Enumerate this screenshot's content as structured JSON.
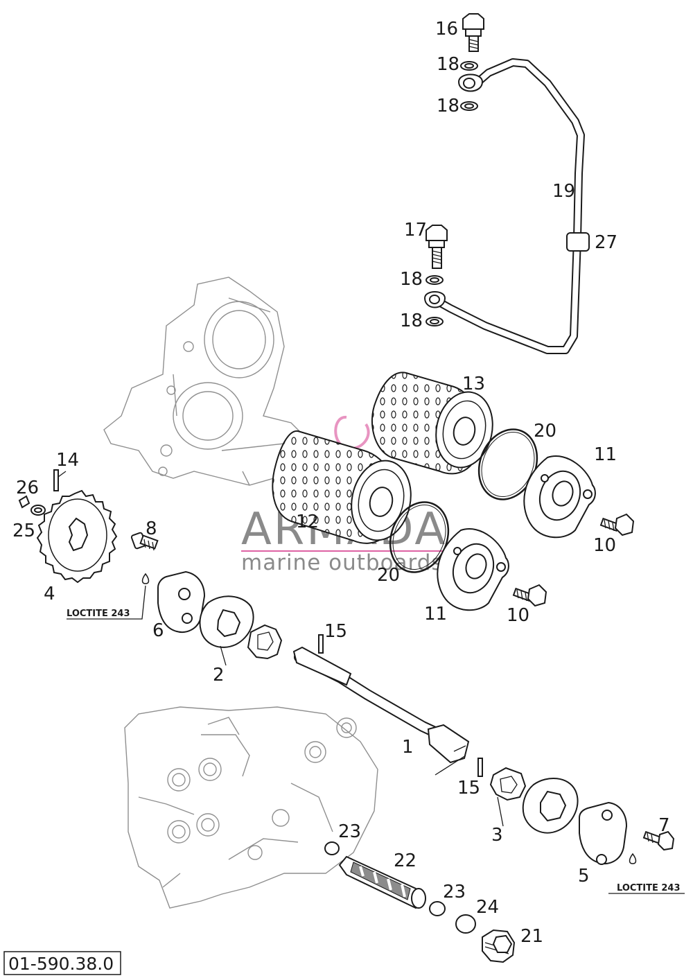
{
  "document_number": "01-590.38.0",
  "callouts": {
    "p1": "1",
    "p2": "2",
    "p3": "3",
    "p4": "4",
    "p5": "5",
    "p6": "6",
    "p7": "7",
    "p8": "8",
    "p10a": "10",
    "p10b": "10",
    "p11a": "11",
    "p11b": "11",
    "p12": "12",
    "p13": "13",
    "p14": "14",
    "p15a": "15",
    "p15b": "15",
    "p16": "16",
    "p17": "17",
    "p18a": "18",
    "p18b": "18",
    "p18c": "18",
    "p18d": "18",
    "p19": "19",
    "p20a": "20",
    "p20b": "20",
    "p21": "21",
    "p22": "22",
    "p23a": "23",
    "p23b": "23",
    "p24": "24",
    "p25": "25",
    "p26": "26",
    "p27": "27"
  },
  "notes": {
    "loctite_left": "LOCTITE 243",
    "loctite_right": "LOCTITE 243"
  },
  "watermark": {
    "brand": "ARMADA",
    "tagline": "marine outboards",
    "accent_color": "#d63c8e"
  }
}
